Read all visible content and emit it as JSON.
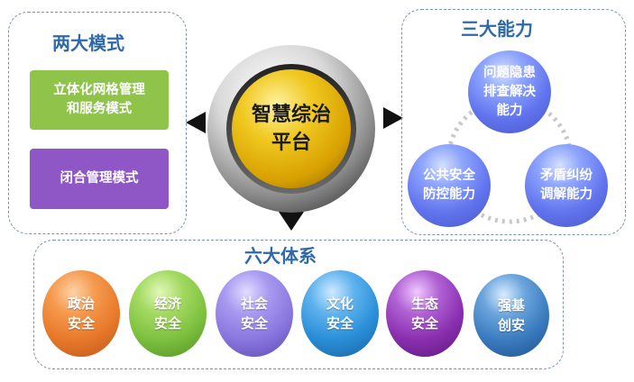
{
  "left_panel": {
    "title": "两大模式",
    "modes": [
      {
        "line1": "立体化网格管理",
        "line2": "和服务模式",
        "color": "#8fc34a"
      },
      {
        "line1": "闭合管理模式",
        "color": "#8e57c5"
      }
    ]
  },
  "center": {
    "line1": "智慧综治",
    "line2": "平台"
  },
  "right_panel": {
    "title": "三大能力",
    "capabilities": [
      {
        "line1": "问题隐患",
        "line2": "排查解决",
        "line3": "能力"
      },
      {
        "line1": "公共安全",
        "line2": "防控能力"
      },
      {
        "line1": "矛盾纠纷",
        "line2": "调解能力"
      }
    ]
  },
  "bottom_panel": {
    "title": "六大体系",
    "systems": [
      {
        "line1": "政治",
        "line2": "安全",
        "color": "#e8792b"
      },
      {
        "line1": "经济",
        "line2": "安全",
        "color": "#7ec13f"
      },
      {
        "line1": "社会",
        "line2": "安全",
        "color": "#8a78e0"
      },
      {
        "line1": "文化",
        "line2": "安全",
        "color": "#2a8fd8"
      },
      {
        "line1": "生态",
        "line2": "安全",
        "color": "#8a2fb0"
      },
      {
        "line1": "强基",
        "line2": "创安",
        "color": "#3a7bbf"
      }
    ]
  },
  "colors": {
    "title": "#2e6aa8",
    "panel_border": "#7b93b8",
    "arrow": "#111111"
  }
}
